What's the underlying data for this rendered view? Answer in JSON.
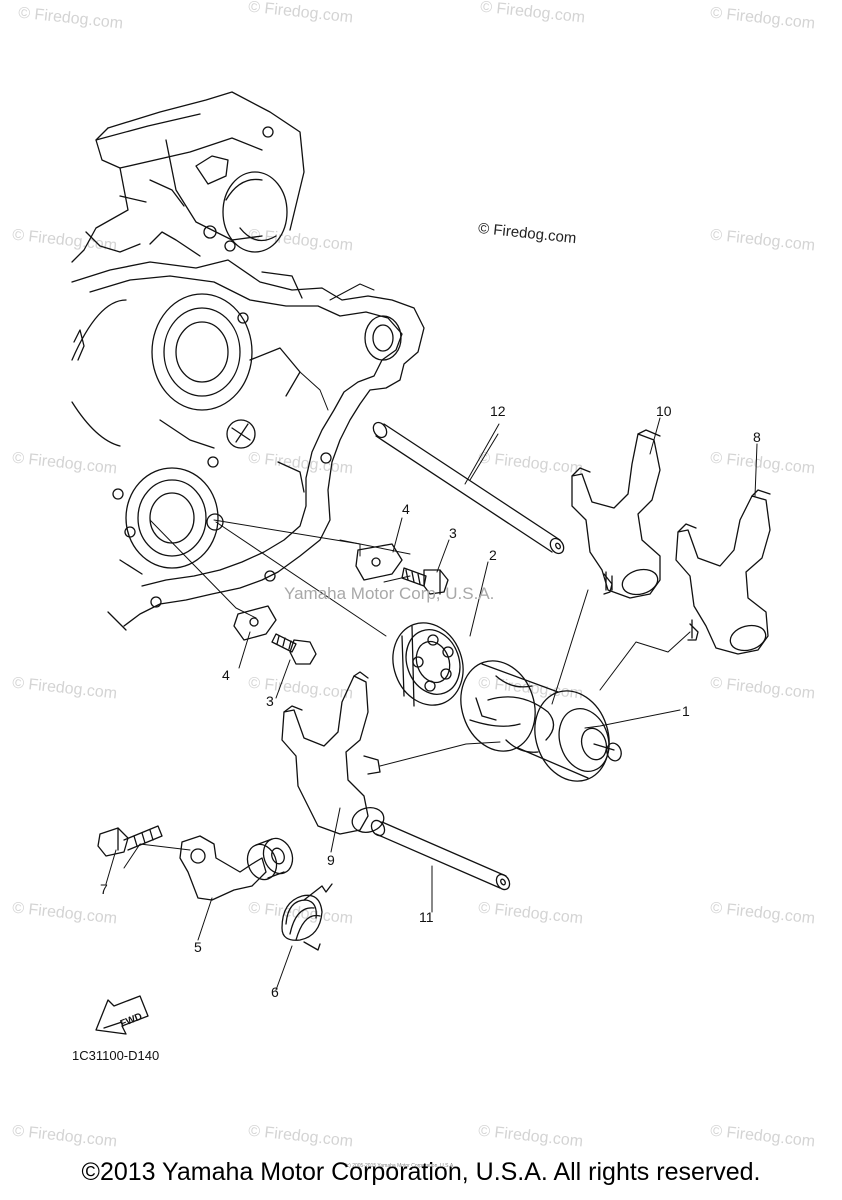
{
  "watermark_text": "© Firedog.com",
  "firedog_mark": "© Firedog.com",
  "inline_watermark": "Yamaha Motor Corp, U.S.A.",
  "diagram_code": "1C31100-D140",
  "fwd_label": "FWD",
  "copyright": "©2013 Yamaha Motor Corporation, U.S.A. All rights reserved.",
  "tiny_copyright": "(c) 2005-2015 Yamaha Motor Corporation, U.S.A.",
  "callouts": {
    "c1": "1",
    "c2": "2",
    "c3a": "3",
    "c3b": "3",
    "c4a": "4",
    "c4b": "4",
    "c5": "5",
    "c6": "6",
    "c7": "7",
    "c8": "8",
    "c9": "9",
    "c10": "10",
    "c11": "11",
    "c12": "12"
  },
  "colors": {
    "line": "#111111",
    "watermark": "#d4d4d4"
  }
}
